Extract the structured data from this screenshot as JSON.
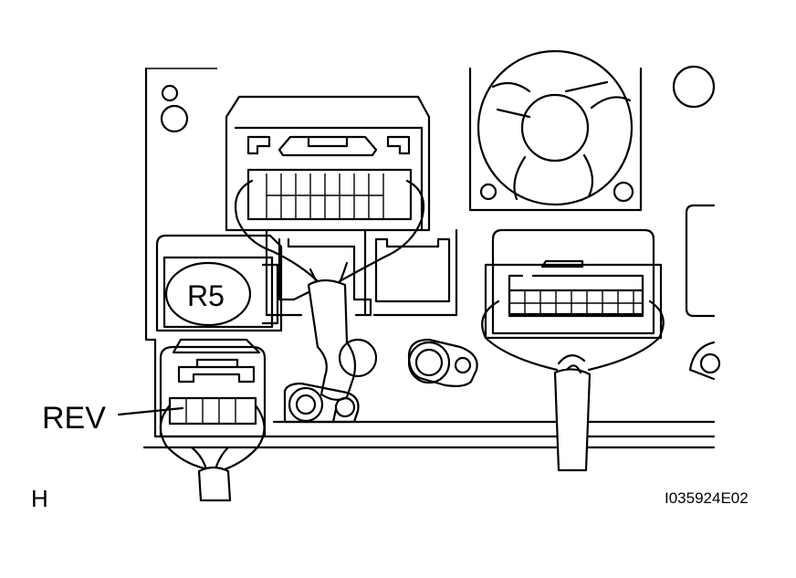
{
  "labels": {
    "connector_r5": "R5",
    "terminal_rev": "REV",
    "view_code": "H",
    "figure_id": "I035924E02"
  },
  "colors": {
    "ink": "#000000",
    "paper": "#ffffff"
  }
}
